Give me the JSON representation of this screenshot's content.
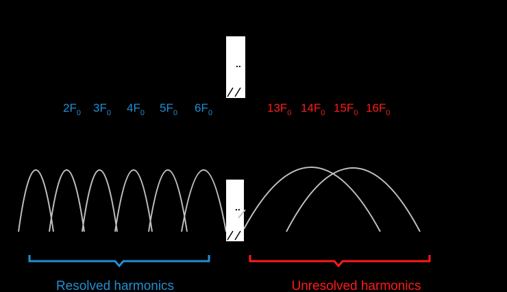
{
  "colors": {
    "background": "#000000",
    "resolved": "#1f8fd6",
    "unresolved": "#ff1a1a",
    "filter_curves": "#bfbfbf",
    "break_box": "#ffffff",
    "break_marks": "#000000"
  },
  "resolved": {
    "harmonics": [
      {
        "base": "2F",
        "sub": "0"
      },
      {
        "base": "3F",
        "sub": "0"
      },
      {
        "base": "4F",
        "sub": "0"
      },
      {
        "base": "5F",
        "sub": "0"
      },
      {
        "base": "6F",
        "sub": "0"
      }
    ],
    "caption": "Resolved harmonics"
  },
  "unresolved": {
    "harmonics": [
      {
        "base": "13F",
        "sub": "0"
      },
      {
        "base": "14F",
        "sub": "0"
      },
      {
        "base": "15F",
        "sub": "0"
      },
      {
        "base": "16F",
        "sub": "0"
      }
    ],
    "caption": "Unresolved harmonics"
  },
  "break_symbol": ".."
}
